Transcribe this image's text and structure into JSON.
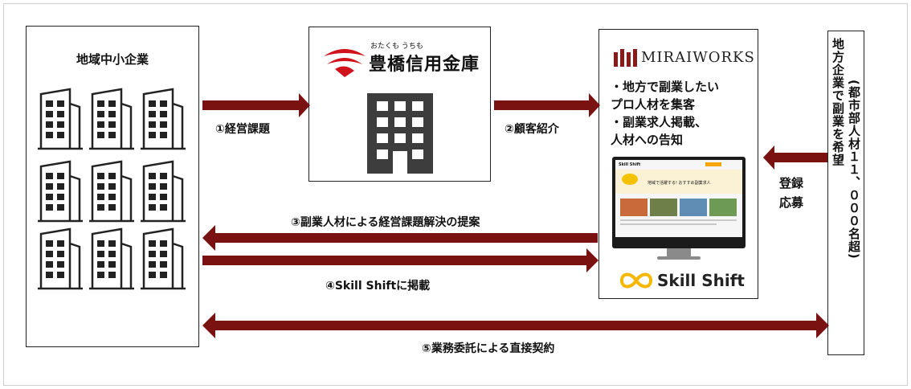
{
  "smes": {
    "title": "地域中小企業"
  },
  "bank": {
    "logo_furigana": "おたくも うちも",
    "name": "豊橋信用金庫"
  },
  "miraiworks": {
    "logo_text": "MIRAIWORKS",
    "bullets": [
      "・地方で副業したい",
      "プロ人材を集客",
      "・副業求人掲載、",
      "人材への告知"
    ],
    "screen_heading": "地域で活躍する! おすすめ副業求人",
    "site_logo": "Skill Shift",
    "skillshift_logo": "Skill Shift"
  },
  "candidates": {
    "main": "地方企業で副業を希望",
    "sub": "(都市部人材１１、０００名超)"
  },
  "register_label": {
    "line1": "登録",
    "line2": "応募"
  },
  "arrows": {
    "a1": "①経営課題",
    "a2": "②顧客紹介",
    "a3": "③副業人材による経営課題解決の提案",
    "a4": "④Skill  Shiftに掲載",
    "a5": "⑤業務委託による直接契約"
  },
  "colors": {
    "arrow": "#7b1212",
    "logo_red": "#d0121b",
    "mirai_red": "#8a1a1a",
    "skillshift_yellow": "#f5b700"
  }
}
